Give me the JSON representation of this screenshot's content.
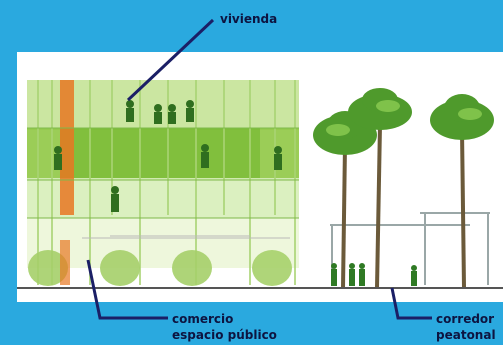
{
  "labels": {
    "vivienda": "vivienda",
    "comercio": "comercio",
    "espacio_publico": "espacio público",
    "corredor": "corredor",
    "peatonal": "peatonal"
  },
  "colors": {
    "background": "#2aa9df",
    "panel": "#ffffff",
    "leader_line": "#1b1f66",
    "label_text": "#0d1440",
    "building_green": "#8cc63f",
    "accent_orange": "#e87722",
    "palm_green": "#4f9a2c",
    "trunk": "#6b5a3a"
  }
}
